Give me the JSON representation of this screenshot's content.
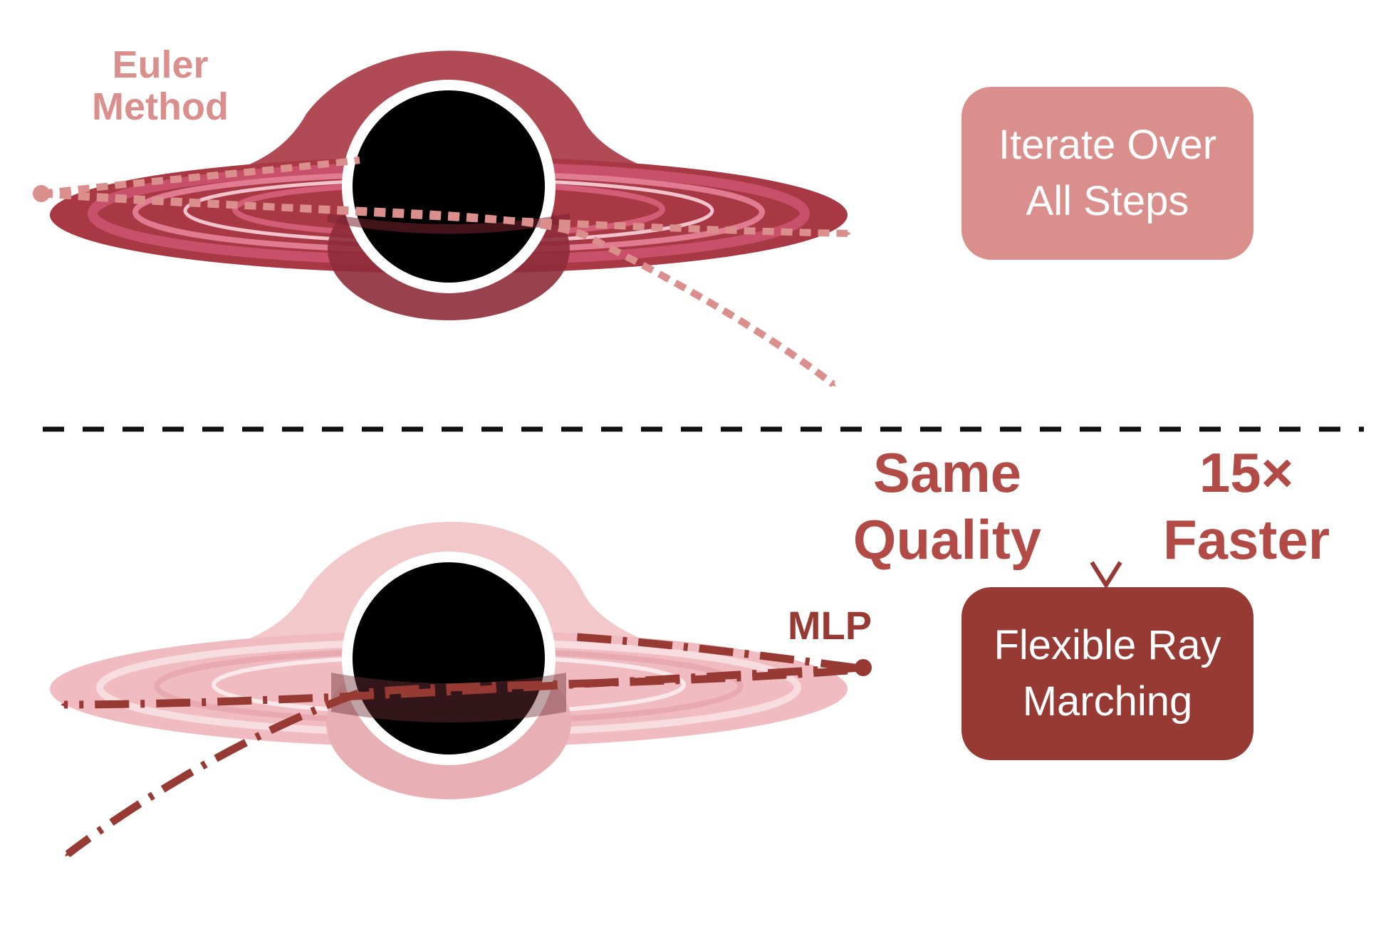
{
  "colors": {
    "light": "#DA8F8C",
    "dark": "#973A34",
    "mid": "#B24A46",
    "divider": "#111111"
  },
  "top": {
    "label_line1": "Euler",
    "label_line2": "Method"
  },
  "bottom": {
    "label": "MLP"
  },
  "boxes": {
    "iterate_line1": "Iterate Over",
    "iterate_line2": "All Steps",
    "flexible_line1": "Flexible Ray",
    "flexible_line2": "Marching"
  },
  "comparison": {
    "same_line1": "Same",
    "same_line2": "Quality",
    "speed_line1": "15×",
    "speed_line2": "Faster"
  }
}
